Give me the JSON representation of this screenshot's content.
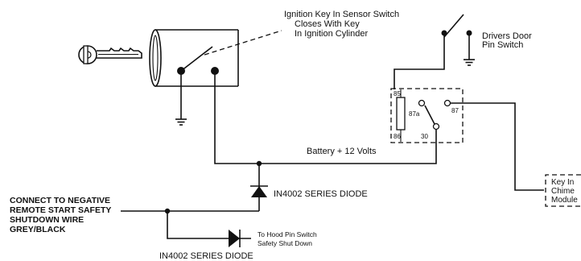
{
  "labels": {
    "sensor_line1": "Ignition Key In Sensor Switch",
    "sensor_line2": "Closes With Key",
    "sensor_line3": "In Ignition Cylinder",
    "door_line1": "Drivers Door",
    "door_line2": "Pin Switch",
    "battery": "Battery + 12 Volts",
    "diode1": "IN4002 SERIES DIODE",
    "diode2": "IN4002 SERIES DIODE",
    "connect_line1": "CONNECT TO NEGATIVE",
    "connect_line2": "REMOTE START SAFETY",
    "connect_line3": "SHUTDOWN WIRE",
    "connect_line4": "GREY/BLACK",
    "hood_line1": "To Hood Pin Switch",
    "hood_line2": "Safety Shut Down",
    "chime_line1": "Key In",
    "chime_line2": "Chime",
    "chime_line3": "Module"
  },
  "relay_pins": {
    "p85": "85",
    "p86": "86",
    "p87a": "87a",
    "p87": "87",
    "p30": "30"
  }
}
